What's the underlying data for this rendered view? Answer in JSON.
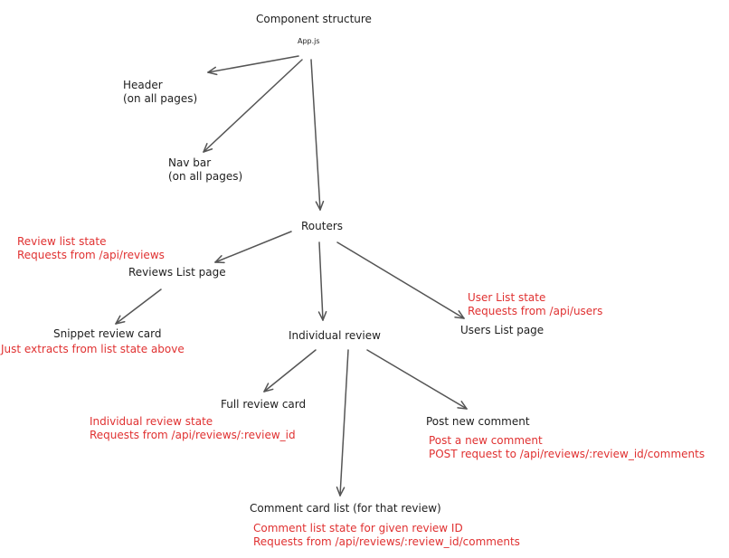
{
  "diagram": {
    "title": "Component structure",
    "colors": {
      "ink": "#1e1e1e",
      "arrow": "#555555",
      "note": "#e03131"
    },
    "nodes": {
      "app": {
        "label": "App.js"
      },
      "header": {
        "lines": [
          "Header",
          "(on all pages)"
        ]
      },
      "navbar": {
        "lines": [
          "Nav bar",
          "(on all pages)"
        ]
      },
      "routers": {
        "label": "Routers"
      },
      "reviews_list": {
        "label": "Reviews List page",
        "note": [
          "Review list state",
          "Requests  from /api/reviews"
        ]
      },
      "snippet_card": {
        "label": "Snippet review card",
        "note": [
          "Just extracts from list state above"
        ]
      },
      "individual_review": {
        "label": "Individual review"
      },
      "users_list": {
        "label": "Users List page",
        "note": [
          "User List state",
          "Requests  from /api/users"
        ]
      },
      "full_card": {
        "label": "Full review card",
        "note": [
          "Individual review state",
          "Requests  from /api/reviews/:review_id"
        ]
      },
      "post_comment": {
        "label": "Post new comment",
        "note": [
          "Post a new comment",
          "POST request to /api/reviews/:review_id/comments"
        ]
      },
      "comment_list": {
        "label": "Comment card list (for that review)",
        "note": [
          "Comment list state for given review ID",
          "Requests  from /api/reviews/:review_id/comments"
        ]
      }
    },
    "edges": [
      {
        "from": "app",
        "to": "header"
      },
      {
        "from": "app",
        "to": "navbar"
      },
      {
        "from": "app",
        "to": "routers"
      },
      {
        "from": "routers",
        "to": "reviews_list"
      },
      {
        "from": "routers",
        "to": "individual_review"
      },
      {
        "from": "routers",
        "to": "users_list"
      },
      {
        "from": "reviews_list",
        "to": "snippet_card"
      },
      {
        "from": "individual_review",
        "to": "full_card"
      },
      {
        "from": "individual_review",
        "to": "comment_list"
      },
      {
        "from": "individual_review",
        "to": "post_comment"
      }
    ]
  }
}
